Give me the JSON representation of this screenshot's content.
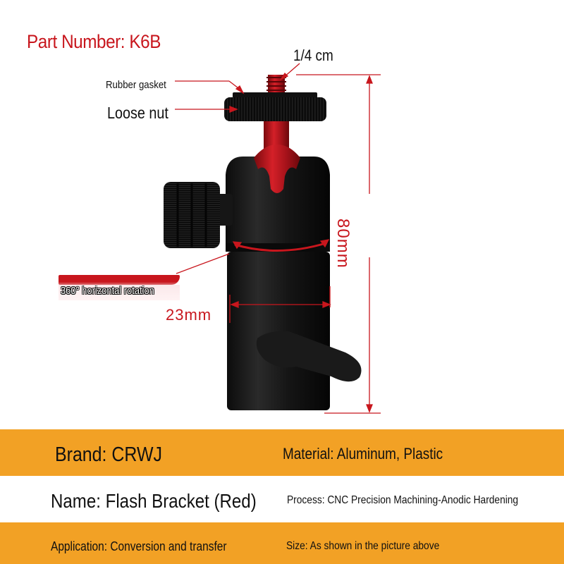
{
  "header": {
    "part_number": "Part Number: K6B"
  },
  "annotations": {
    "rubber_gasket": "Rubber gasket",
    "loose_nut": "Loose nut",
    "thread_size": "1/4 cm",
    "height_dimension": "80mm",
    "diameter_dimension": "23mm",
    "rotation": "360° horizontal rotation"
  },
  "specs": {
    "brand": "Brand: CRWJ",
    "material": "Material: Aluminum, Plastic",
    "name": "Name: Flash Bracket (Red)",
    "process": "Process: CNC Precision Machining-Anodic Hardening",
    "application": "Application: Conversion and transfer",
    "size": "Size: As shown in the picture above"
  },
  "colors": {
    "accent_red": "#c8161d",
    "band_orange": "#f2a125",
    "product_black": "#141414",
    "product_red": "#b3141b"
  }
}
